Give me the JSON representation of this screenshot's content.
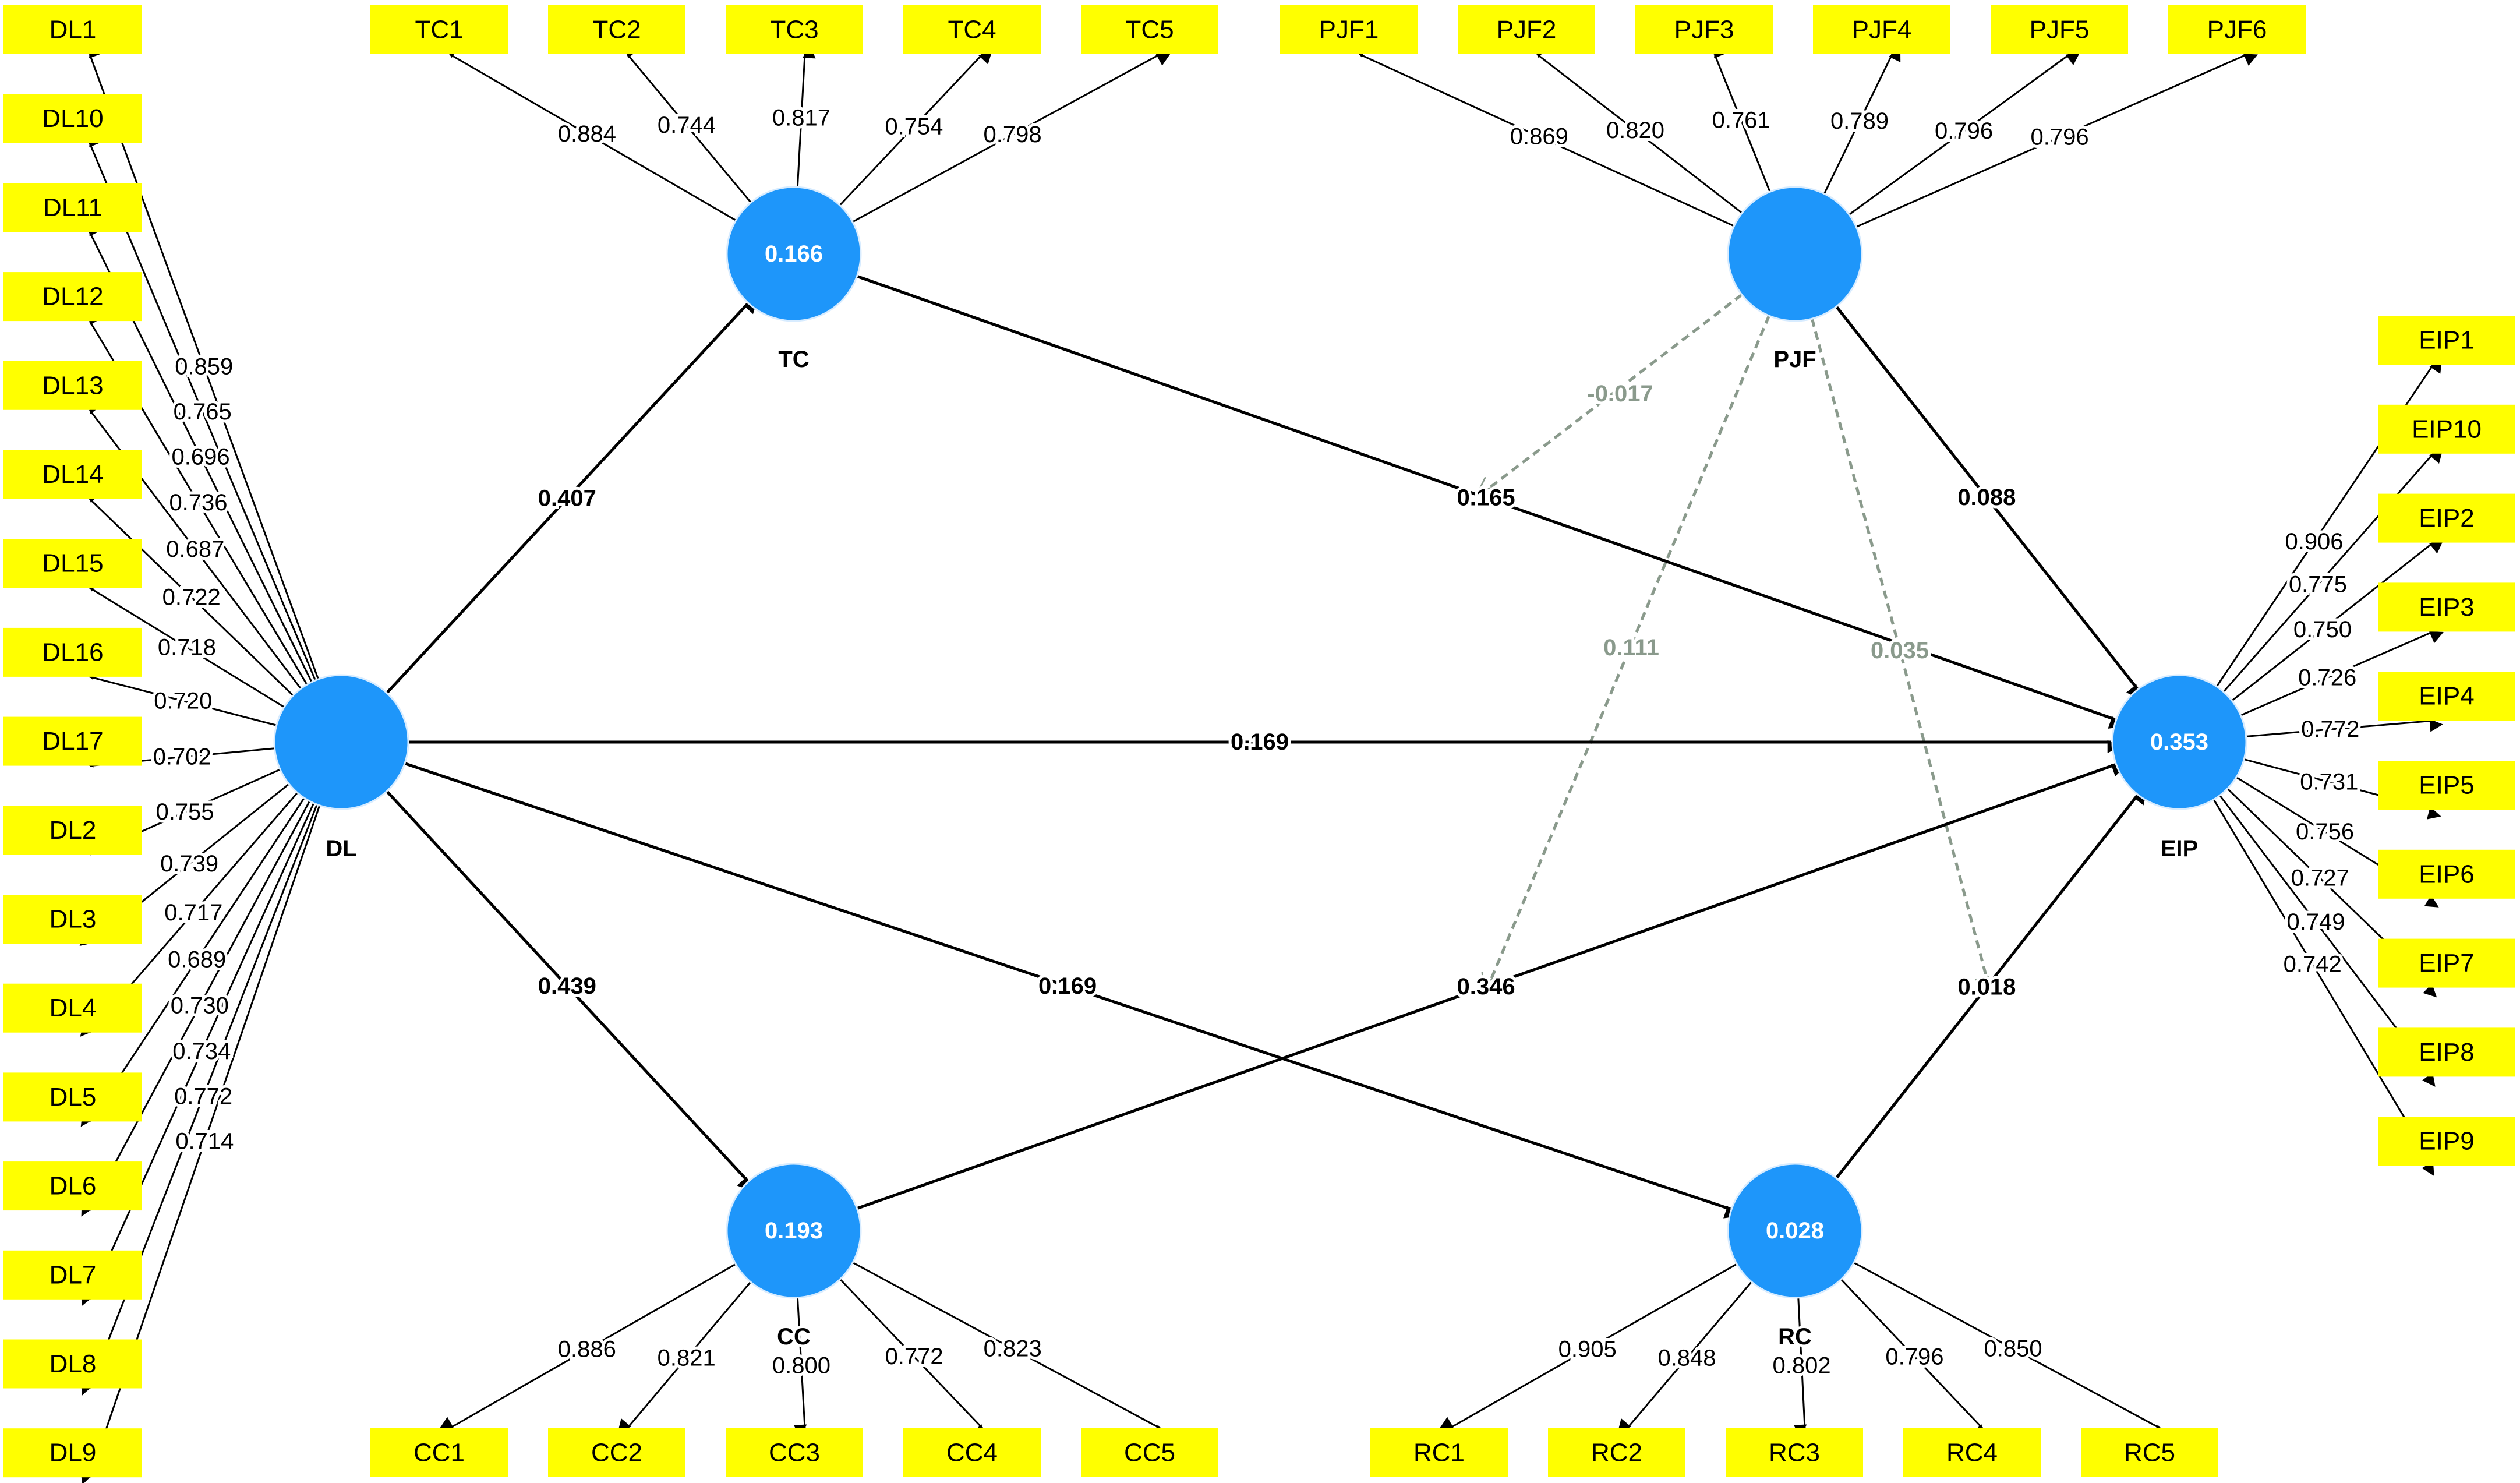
{
  "colors": {
    "indicator_fill": "#ffff00",
    "latent_fill": "#1e96fa",
    "line": "#000000",
    "moderator_line": "#8a9a8c"
  },
  "latents": {
    "DL": {
      "name": "DL",
      "value": ""
    },
    "TC": {
      "name": "TC",
      "value": "0.166"
    },
    "CC": {
      "name": "CC",
      "value": "0.193"
    },
    "PJF": {
      "name": "PJF",
      "value": ""
    },
    "RC": {
      "name": "RC",
      "value": "0.028"
    },
    "EIP": {
      "name": "EIP",
      "value": "0.353"
    }
  },
  "indicators": {
    "DL": [
      {
        "name": "DL1",
        "loading": "0.859"
      },
      {
        "name": "DL10",
        "loading": "0.765"
      },
      {
        "name": "DL11",
        "loading": "0.696"
      },
      {
        "name": "DL12",
        "loading": "0.736"
      },
      {
        "name": "DL13",
        "loading": "0.687"
      },
      {
        "name": "DL14",
        "loading": "0.722"
      },
      {
        "name": "DL15",
        "loading": "0.718"
      },
      {
        "name": "DL16",
        "loading": "0.720"
      },
      {
        "name": "DL17",
        "loading": "0.702"
      },
      {
        "name": "DL2",
        "loading": "0.755"
      },
      {
        "name": "DL3",
        "loading": "0.739"
      },
      {
        "name": "DL4",
        "loading": "0.717"
      },
      {
        "name": "DL5",
        "loading": "0.689"
      },
      {
        "name": "DL6",
        "loading": "0.730"
      },
      {
        "name": "DL7",
        "loading": "0.734"
      },
      {
        "name": "DL8",
        "loading": "0.772"
      },
      {
        "name": "DL9",
        "loading": "0.714"
      }
    ],
    "TC": [
      {
        "name": "TC1",
        "loading": "0.884"
      },
      {
        "name": "TC2",
        "loading": "0.744"
      },
      {
        "name": "TC3",
        "loading": "0.817"
      },
      {
        "name": "TC4",
        "loading": "0.754"
      },
      {
        "name": "TC5",
        "loading": "0.798"
      }
    ],
    "PJF": [
      {
        "name": "PJF1",
        "loading": "0.869"
      },
      {
        "name": "PJF2",
        "loading": "0.820"
      },
      {
        "name": "PJF3",
        "loading": "0.761"
      },
      {
        "name": "PJF4",
        "loading": "0.789"
      },
      {
        "name": "PJF5",
        "loading": "0.796"
      },
      {
        "name": "PJF6",
        "loading": "0.796"
      }
    ],
    "CC": [
      {
        "name": "CC1",
        "loading": "0.886"
      },
      {
        "name": "CC2",
        "loading": "0.821"
      },
      {
        "name": "CC3",
        "loading": "0.800"
      },
      {
        "name": "CC4",
        "loading": "0.772"
      },
      {
        "name": "CC5",
        "loading": "0.823"
      }
    ],
    "RC": [
      {
        "name": "RC1",
        "loading": "0.905"
      },
      {
        "name": "RC2",
        "loading": "0.848"
      },
      {
        "name": "RC3",
        "loading": "0.802"
      },
      {
        "name": "RC4",
        "loading": "0.796"
      },
      {
        "name": "RC5",
        "loading": "0.850"
      }
    ],
    "EIP": [
      {
        "name": "EIP1",
        "loading": "0.906"
      },
      {
        "name": "EIP10",
        "loading": "0.775"
      },
      {
        "name": "EIP2",
        "loading": "0.750"
      },
      {
        "name": "EIP3",
        "loading": "0.726"
      },
      {
        "name": "EIP4",
        "loading": "0.772"
      },
      {
        "name": "EIP5",
        "loading": "0.731"
      },
      {
        "name": "EIP6",
        "loading": "0.756"
      },
      {
        "name": "EIP7",
        "loading": "0.727"
      },
      {
        "name": "EIP8",
        "loading": "0.749"
      },
      {
        "name": "EIP9",
        "loading": "0.742"
      }
    ]
  },
  "paths": [
    {
      "from": "DL",
      "to": "TC",
      "coef": "0.407"
    },
    {
      "from": "DL",
      "to": "EIP",
      "coef": "0.169"
    },
    {
      "from": "DL",
      "to": "CC",
      "coef": "0.439"
    },
    {
      "from": "DL",
      "to": "RC",
      "coef": "0.169"
    },
    {
      "from": "TC",
      "to": "EIP",
      "coef": "0.165"
    },
    {
      "from": "PJF",
      "to": "EIP",
      "coef": "0.088"
    },
    {
      "from": "CC",
      "to": "EIP",
      "coef": "0.346"
    },
    {
      "from": "RC",
      "to": "EIP",
      "coef": "0.018"
    }
  ],
  "moderations": [
    {
      "from": "PJF",
      "to": "TC-EIP",
      "coef": "-0.017"
    },
    {
      "from": "PJF",
      "to": "CC-EIP",
      "coef": "0.111"
    },
    {
      "from": "PJF",
      "to": "RC-EIP",
      "coef": "0.035"
    }
  ]
}
